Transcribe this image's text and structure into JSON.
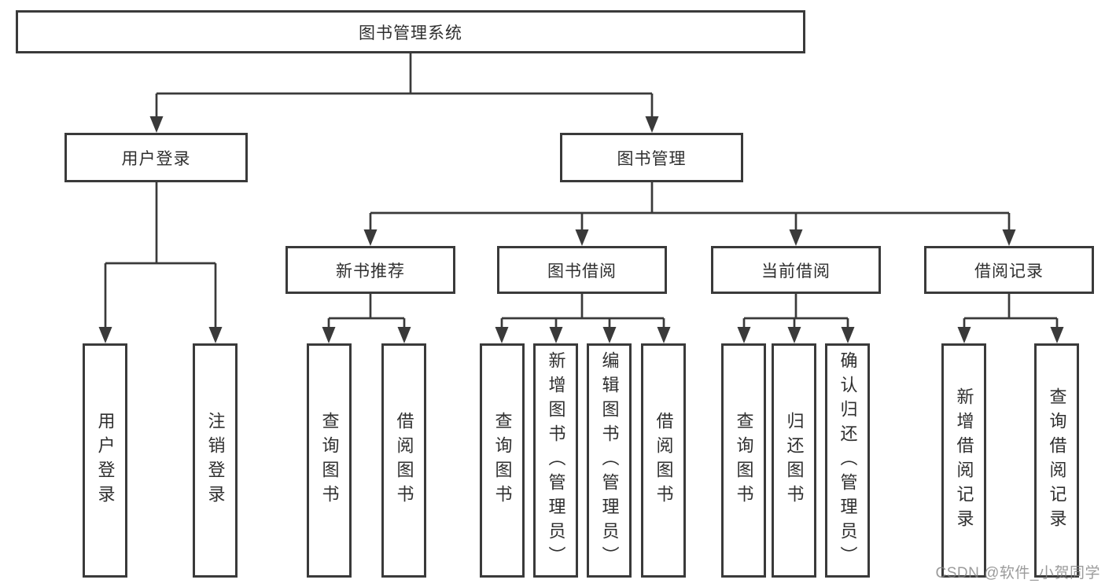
{
  "diagram_type": "hierarchy",
  "tree": {
    "root": {
      "label": "图书管理系统",
      "children": [
        {
          "label": "用户登录",
          "children": [
            {
              "label": "用户登录"
            },
            {
              "label": "注销登录"
            }
          ]
        },
        {
          "label": "图书管理",
          "children": [
            {
              "label": "新书推荐",
              "children": [
                {
                  "label": "查询图书"
                },
                {
                  "label": "借阅图书"
                }
              ]
            },
            {
              "label": "图书借阅",
              "children": [
                {
                  "label": "查询图书"
                },
                {
                  "label": "新增图书（管理员）"
                },
                {
                  "label": "编辑图书（管理员）"
                },
                {
                  "label": "借阅图书"
                }
              ]
            },
            {
              "label": "当前借阅",
              "children": [
                {
                  "label": "查询图书"
                },
                {
                  "label": "归还图书"
                },
                {
                  "label": "确认归还（管理员）"
                }
              ]
            },
            {
              "label": "借阅记录",
              "children": [
                {
                  "label": "新增借阅记录"
                },
                {
                  "label": "查询借阅记录"
                }
              ]
            }
          ]
        }
      ]
    }
  },
  "watermark": {
    "text": "CSDN @软件_小贺同学"
  },
  "colors": {
    "line": "#3a3a3a",
    "box_border": "#3a3a3a",
    "text": "#2f2f2f",
    "background": "#ffffff",
    "watermark": "#828282"
  }
}
